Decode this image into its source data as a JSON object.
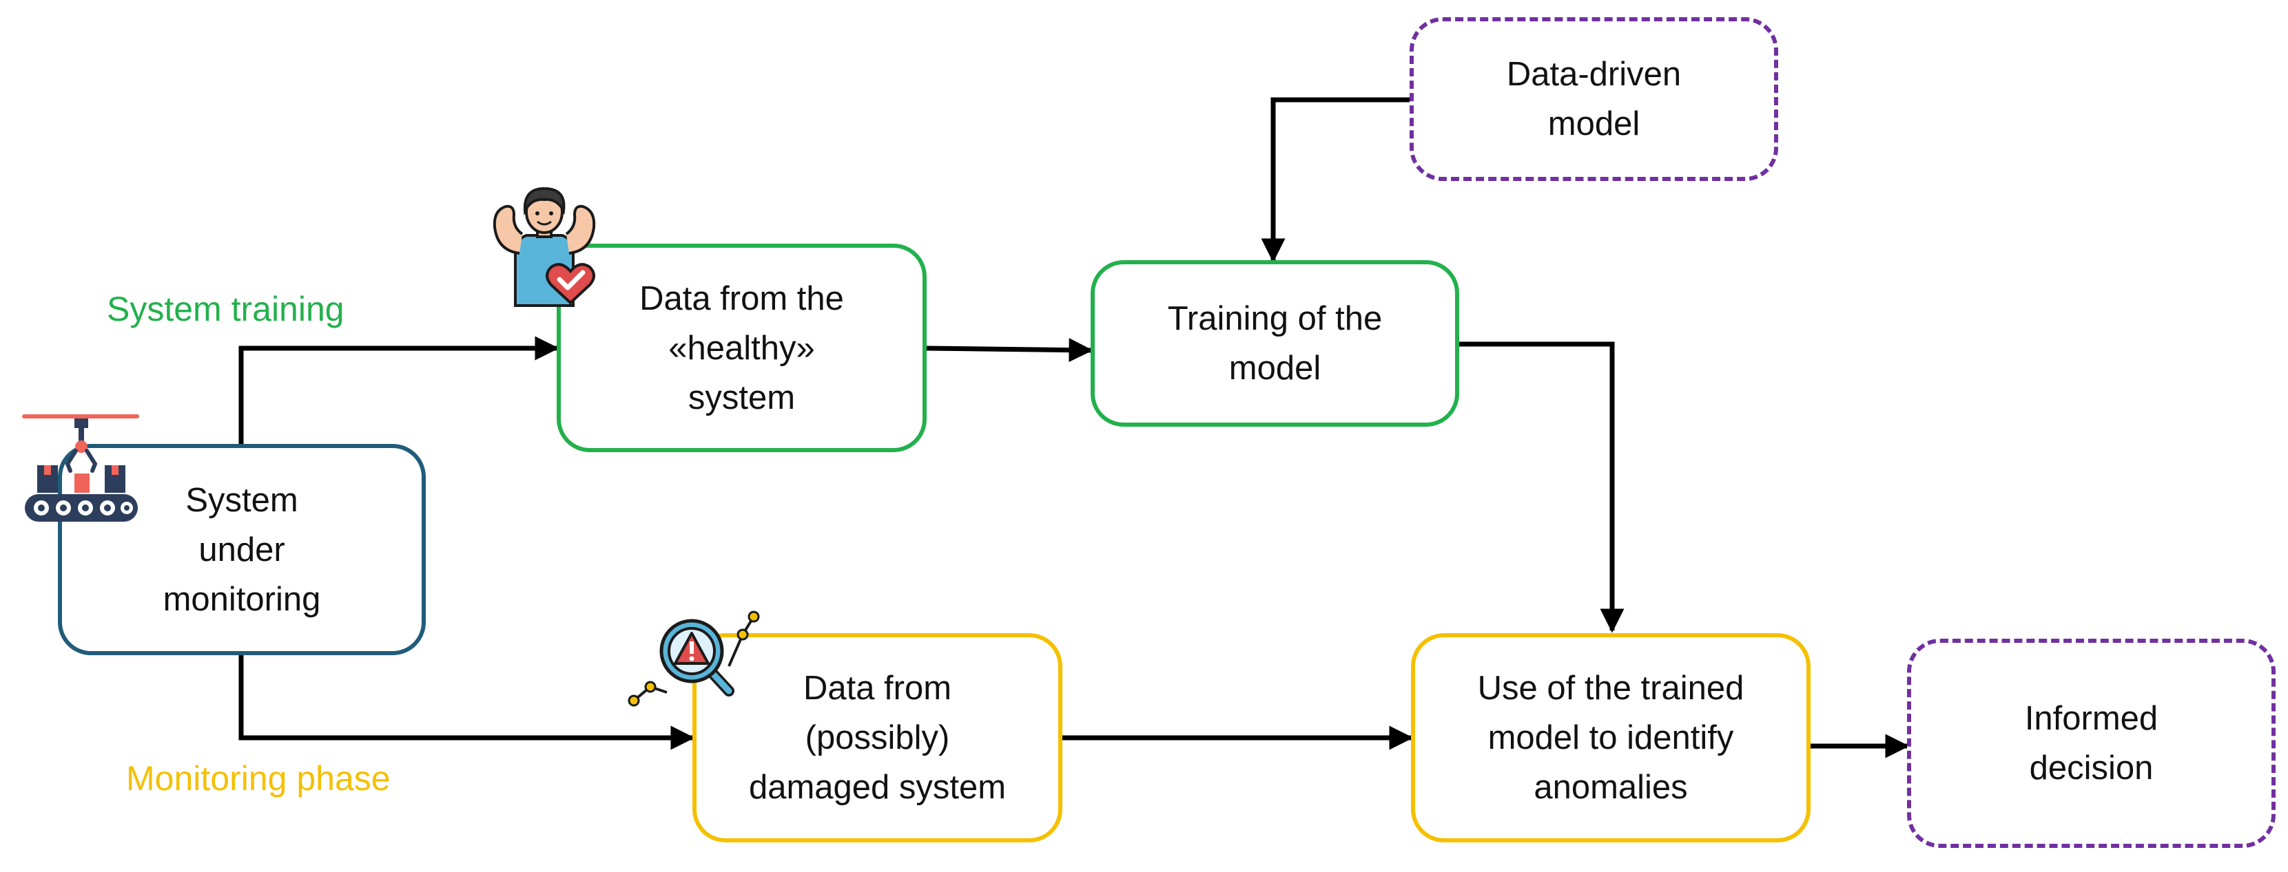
{
  "colors": {
    "monitoring_system": "#1f5c7a",
    "training": "#22b14c",
    "monitoring": "#f5c000",
    "model": "#7030a0",
    "arrow": "#000000"
  },
  "phases": {
    "training": "System training",
    "monitoring": "Monitoring phase"
  },
  "nodes": {
    "system": "System\nunder\nmonitoring",
    "healthy_data": "Data from the\n«healthy»\nsystem",
    "training": "Training of the\nmodel",
    "data_driven_model": "Data-driven\nmodel",
    "damaged_data": "Data from\n(possibly)\ndamaged system",
    "trained_model_use": "Use of the trained\nmodel to identify\nanomalies",
    "decision": "Informed\ndecision"
  },
  "icons": {
    "system": "conveyor-robot-arm-icon",
    "healthy": "healthy-person-heart-icon",
    "damaged": "magnifier-warning-chart-icon"
  }
}
